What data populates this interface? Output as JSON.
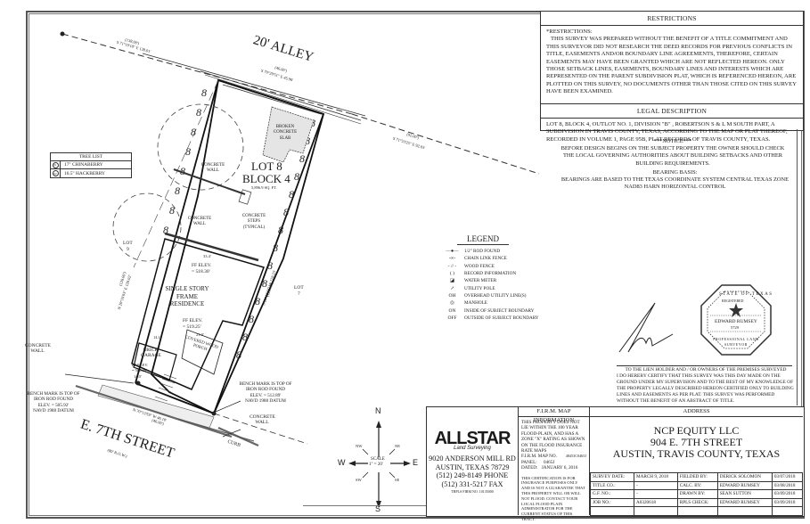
{
  "restrictions": {
    "header": "RESTRICTIONS",
    "lead": "*RESTRICTIONS:",
    "text": "THIS SURVEY WAS PREPARED WITHOUT THE BENEFIT OF A TITLE COMMITMENT AND THIS SURVEYOR DID NOT RESEARCH THE DEED RECORDS FOR PREVIOUS CONFLICTS IN TITLE, EASEMENTS AND/OR BOUNDARY LINE AGREEMENTS, THEREFORE, CERTAIN EASEMENTS MAY HAVE BEEN GRANTED WHICH ARE NOT REFLECTED HEREON.  ONLY THOSE SETBACK LINES, EASEMENTS, BOUNDARY LINES AND INTERESTS WHICH ARE REPRESENTED ON THE PARENT SUBDIVISION PLAT, WHICH IS REFERENCED HEREON, ARE PLOTTED ON THIS SURVEY, NO DOCUMENTS OTHER THAN THOSE CITED ON THIS SURVEY HAVE BEEN EXAMINED."
  },
  "legal_description": {
    "header": "LEGAL DESCRIPTION",
    "text": "LOT 8, BLOCK 4, OUTLOT NO. 1, DIVISION \"B\" , ROBERTSON S & L M SOUTH PART, A SUBDIVISION IN TRAVIS COUNTY, TEXAS, ACCORDING TO THE MAP OR PLAT THEREOF, RECORDED IN VOLUME 1, PAGE 95B, PLAT RECORDS OF TRAVIS COUNTY, TEXAS."
  },
  "notice": {
    "title": "***NOTICE***",
    "text": "BEFORE DESIGN BEGINS ON THE SUBJECT PROPERTY THE OWNER SHOULD CHECK THE LOCAL GOVERNING AUTHORITIES ABOUT BUILDING SETBACKS AND OTHER BUILDING REQUIREMENTS."
  },
  "bearing_basis": {
    "title": "BEARING BASIS:",
    "text": "BEARINGS ARE BASED TO THE TEXAS COORDINATE SYSTEM CENTRAL TEXAS ZONE NAD83 HARN HORIZONTAL CONTROL"
  },
  "seal": {
    "top": "STATE OF TEXAS",
    "registered": "REGISTERED",
    "name": "EDWARD RUMSEY",
    "number": "5729",
    "bottom": "PROFESSIONAL LAND SURVEYOR"
  },
  "certification": {
    "first_line": "TO THE LIEN HOLDER AND / OR OWNERS OF THE PREMISES SURVEYED",
    "text": "I DO HEREBY CERTIFY THAT THIS SURVEY WAS THIS DAY MADE ON THE GROUND UNDER MY SUPERVISION AND TO THE BEST OF MY KNOWLEDGE OF THE PROPERTY LEGALLY DESCRIBED HEREON CERTIFIED ONLY TO BUILDING LINES AND EASEMENTS AS PER PLAT. THIS SURVEY WAS PERFORMED WITHOUT THE BENEFIT OF AN ABSTRACT OF TITLE."
  },
  "company": {
    "logo_main": "ALLSTAR",
    "logo_sub": "Land Surveying",
    "address1": "9020 ANDERSON MILL RD",
    "address2": "AUSTIN, TEXAS 78729",
    "phone": "(512) 249-8149 PHONE",
    "fax": "(512) 331-5217 FAX",
    "firm_no": "TBPLS FIRM NO. 10135000"
  },
  "firm": {
    "header": "F.I.R.M. MAP INFORMATION",
    "text": "THIS PROPERTY DOES NOT LIE WITHIN THE 100 YEAR FLOOD-PLAIN, AND HAS A ZONE \"X\" RATING AS SHOWN ON THE FLOOD INSURANCE RATE MAPS",
    "map_no_label": "F.I.R.M. MAP NO.",
    "map_no": "48453C0465J",
    "panel_label": "PANEL:",
    "panel": "0465J",
    "dated_label": "DATED:",
    "dated": "JANUARY 6, 2016",
    "disclaimer": "THIS CERTIFICATION IS FOR INSURANCE PURPOSES ONLY AND IS NOT A GUARANTEE THAT THIS PROPERTY WILL OR WILL NOT FLOOD. CONTACT YOUR LOCAL FLOOD PLAIN ADMINISTRATOR FOR THE CURRENT STATUS OF THIS TRACT."
  },
  "address": {
    "header": "ADDRESS",
    "owner": "NCP EQUITY LLC",
    "street": "904 E. 7TH STREET",
    "city": "AUSTIN, TRAVIS COUNTY, TEXAS"
  },
  "survey_table": [
    {
      "label": "SURVEY DATE:",
      "value": "MARCH 9, 2018",
      "role": "FIELDED BY:",
      "person": "DERICK SOLOMON",
      "date": "03/07/2018"
    },
    {
      "label": "TITLE CO.:",
      "value": "-",
      "role": "CALC. BY:",
      "person": "EDWARD RUMSEY",
      "date": "03/08/2018"
    },
    {
      "label": "G.F. NO.:",
      "value": "-",
      "role": "DRAWN BY:",
      "person": "SEAN SUTTON",
      "date": "03/09/2018"
    },
    {
      "label": "JOB NO.:",
      "value": "A0320618",
      "role": "RPLS CHECK:",
      "person": "EDWARD RUMSEY",
      "date": "03/09/2018"
    },
    {
      "label": "",
      "value": "",
      "role": "",
      "person": "",
      "date": ""
    }
  ],
  "tree_list": {
    "header": "TREE LIST",
    "items": [
      {
        "num": "01",
        "name": "17\" CHINABERRY"
      },
      {
        "num": "02",
        "name": "16.5\" HACKBERRY"
      }
    ]
  },
  "legend": {
    "title": "LEGEND",
    "items": [
      {
        "symbol": "—●—",
        "label": "1/2\" ROD FOUND"
      },
      {
        "symbol": "-∞-",
        "label": "CHAIN LINK FENCE"
      },
      {
        "symbol": "- // -",
        "label": "WOOD FENCE"
      },
      {
        "symbol": "( )",
        "label": "RECORD INFORMATION"
      },
      {
        "symbol": "◪",
        "label": "WATER METER"
      },
      {
        "symbol": "↗",
        "label": "UTILITY POLE"
      },
      {
        "symbol": "OH",
        "label": "OVERHEAD UTILITY LINE(S)"
      },
      {
        "symbol": "◎",
        "label": "MANHOLE"
      },
      {
        "symbol": "ON",
        "label": "INSIDE OF SUBJECT BOUNDARY"
      },
      {
        "symbol": "OFF",
        "label": "OUTSIDE OF SUBJECT BOUNDARY"
      }
    ]
  },
  "compass": {
    "n": "N",
    "s": "S",
    "e": "E",
    "w": "W",
    "ne": "NE",
    "nw": "NW",
    "se": "SE",
    "sw": "SW",
    "scale_label": "SCALE",
    "scale": "1\" = 20'"
  },
  "map": {
    "alley": "20' ALLEY",
    "street": "E. 7TH STREET",
    "street_row": "(80' R.O.W.)",
    "lot_main": "LOT 8",
    "block": "BLOCK 4",
    "area": "5,896.9 SQ. FT.",
    "lot_left": "LOT",
    "lot_left_num": "9",
    "lot_right": "LOT",
    "lot_right_num": "7",
    "bearing_top_left_record": "(138.00')",
    "bearing_top_left": "S 71°19'18\" E  138.01'",
    "bearing_top_record": "(46.00')",
    "bearing_top": "S 70°29'51\" E  45.96'",
    "bearing_right_ext_record": "(92.00')",
    "bearing_right_ext": "S 71°53'25\" E  92.03'",
    "bearing_left_record": "(128.00')",
    "bearing_left": "N 20°16'03\" E  128.02'",
    "bearing_right": "S 20°12'13\" W  128.23'",
    "bearing_right_record": "(128.00')",
    "bearing_bottom": "N 70°13'59\" W  46.10'",
    "bearing_bottom_record": "(46.00')",
    "broken_slab": "BROKEN CONCRETE SLAB",
    "concrete_wall": "CONCRETE WALL",
    "concrete_steps": "CONCRETE STEPS (TYPICAL)",
    "residence": "SINGLE STORY FRAME RESIDENCE",
    "ff1_label": "FF ELEV.",
    "ff1": "= 518.30'",
    "ff2_label": "FF ELEV.",
    "ff2": "= 519.25'",
    "garage": "BRICK GARAGE",
    "ff3_label": "FF ELEV.",
    "ff3": "= 506.28'",
    "porch": "COVERED WOOD PORCH",
    "bm_left": "BENCH MARK IS TOP OF IRON ROD FOUND",
    "bm_left_elev": "ELEV. = 505.92'",
    "bm_left_datum": "NAVD 1988 DATUM",
    "bm_right": "BENCH MARK IS TOP OF IRON ROD FOUND",
    "bm_right_elev": "ELEV. = 512.89'",
    "bm_right_datum": "NAVD 1988 DATUM",
    "curb": "CURB",
    "dims": {
      "d1": "33.4'",
      "d2": "14.1'",
      "d3": "21.0'",
      "d4": "14.0'",
      "d5": "15.5'",
      "d6": "43.5'",
      "d7": "9.5'"
    },
    "off1": "0.2' OFF",
    "off2": "0.9' OFF",
    "on1": "0.2' ON",
    "on2": "2.5' ON"
  }
}
